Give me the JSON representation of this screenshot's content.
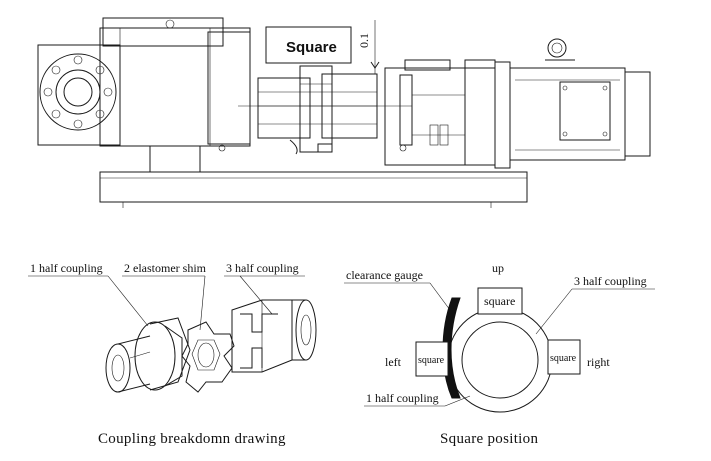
{
  "top_view": {
    "square_label": "Square",
    "gap_label": "0.1"
  },
  "breakdown": {
    "label_half_coupling_1": "1 half coupling",
    "label_shim": "2 elastomer shim",
    "label_half_coupling_3": "3 half coupling",
    "caption": "Coupling breakdomn drawing"
  },
  "square_position": {
    "label_clearance_gauge": "clearance gauge",
    "label_up": "up",
    "label_left": "left",
    "label_right": "right",
    "label_half_coupling_3": "3 half coupling",
    "label_half_coupling_1": "1 half coupling",
    "square_top": "square",
    "square_left": "square",
    "square_right": "square",
    "caption": "Square position"
  }
}
